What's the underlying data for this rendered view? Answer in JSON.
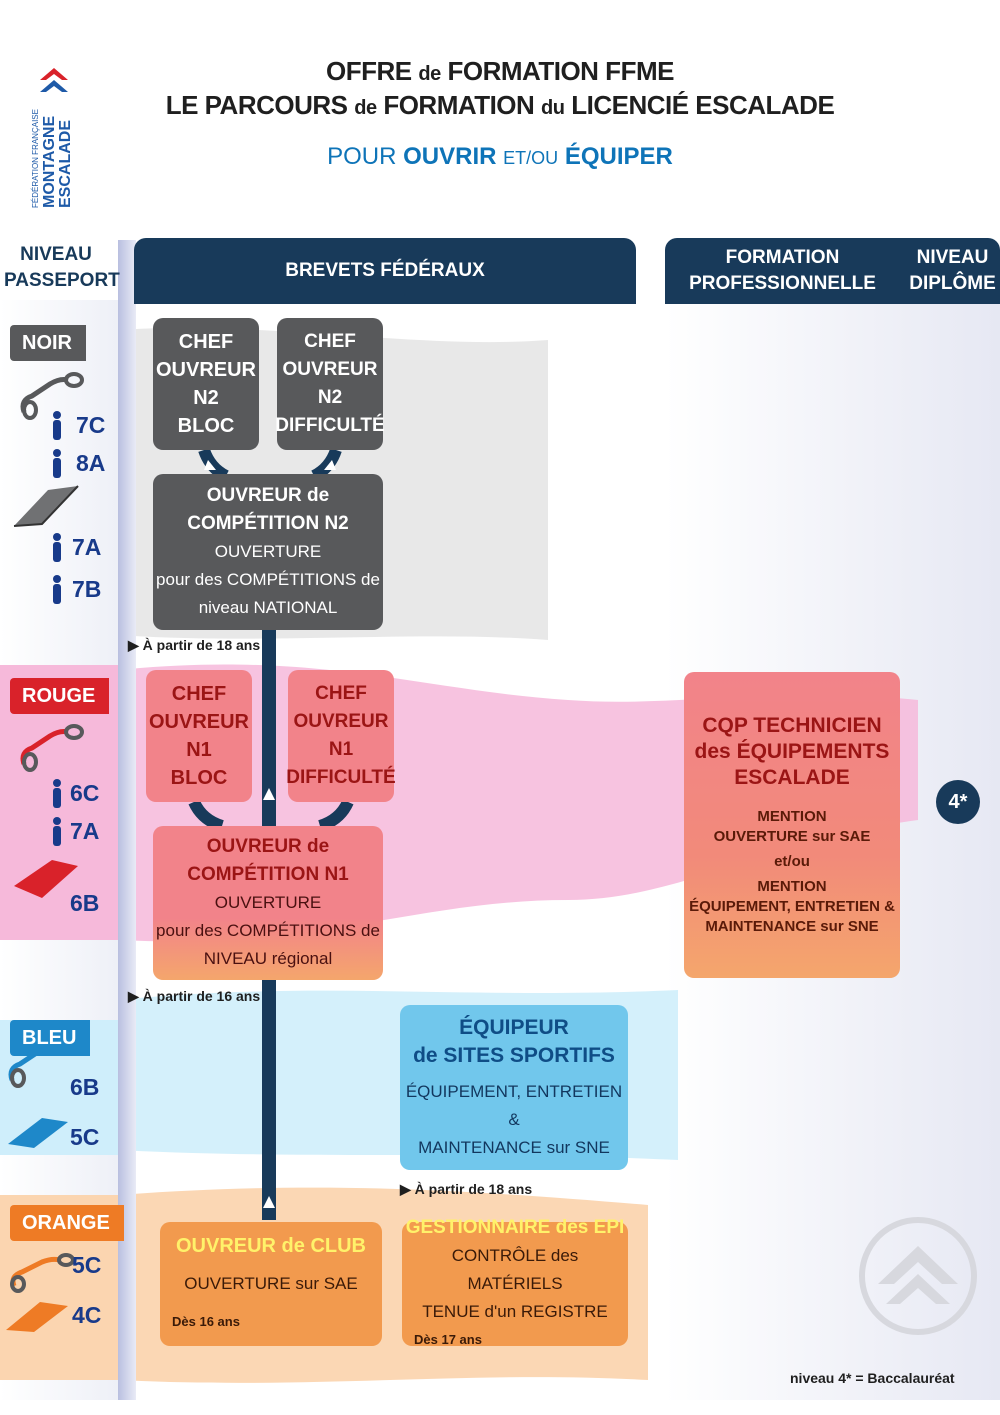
{
  "brand": {
    "line1": "FÉDÉRATION FRANÇAISE",
    "line2": "MONTAGNE",
    "line3": "ESCALADE"
  },
  "title": {
    "line1_a": "OFFRE",
    "line1_b": "de",
    "line1_c": "FORMATION FFME",
    "line2_a": "LE PARCOURS",
    "line2_b": "de",
    "line2_c": "FORMATION",
    "line2_d": "du",
    "line2_e": "LICENCIÉ ESCALADE",
    "sub_a": "POUR",
    "sub_b": "OUVRIR",
    "sub_c": "ET/OU",
    "sub_d": "ÉQUIPER"
  },
  "headers": {
    "niveau_passeport": [
      "NIVEAU",
      "PASSEPORT"
    ],
    "brevets": "BREVETS FÉDÉRAUX",
    "formation_pro": [
      "FORMATION",
      "PROFESSIONNELLE"
    ],
    "niveau_diplome": [
      "NIVEAU",
      "DIPLÔME"
    ]
  },
  "levels": {
    "noir": {
      "label": "NOIR",
      "grades": [
        "7C",
        "8A",
        "7A",
        "7B"
      ]
    },
    "rouge": {
      "label": "ROUGE",
      "grades": [
        "6C",
        "7A",
        "6B"
      ]
    },
    "bleu": {
      "label": "BLEU",
      "grades": [
        "6B",
        "5C"
      ]
    },
    "orange": {
      "label": "ORANGE",
      "grades": [
        "5C",
        "4C"
      ]
    }
  },
  "boxes": {
    "chef_n2_bloc": [
      "CHEF",
      "OUVREUR",
      "N2",
      "BLOC"
    ],
    "chef_n2_diff": [
      "CHEF",
      "OUVREUR",
      "N2",
      "DIFFICULTÉ"
    ],
    "ouvreur_n2": {
      "t1": "OUVREUR de",
      "t2": "COMPÉTITION N2",
      "d1": "OUVERTURE",
      "d2": "pour des COMPÉTITIONS de",
      "d3": "niveau NATIONAL"
    },
    "chef_n1_bloc": [
      "CHEF",
      "OUVREUR",
      "N1",
      "BLOC"
    ],
    "chef_n1_diff": [
      "CHEF",
      "OUVREUR",
      "N1",
      "DIFFICULTÉ"
    ],
    "ouvreur_n1": {
      "t1": "OUVREUR de",
      "t2": "COMPÉTITION N1",
      "d1": "OUVERTURE",
      "d2": "pour des COMPÉTITIONS de",
      "d3": "NIVEAU régional"
    },
    "cqp": {
      "t1": "CQP TECHNICIEN",
      "t2": "des ÉQUIPEMENTS",
      "t3": "ESCALADE",
      "m1a": "MENTION",
      "m1b": "OUVERTURE sur SAE",
      "or": "et/ou",
      "m2a": "MENTION",
      "m2b": "ÉQUIPEMENT, ENTRETIEN &",
      "m2c": "MAINTENANCE sur SNE"
    },
    "equipeur": {
      "t1": "ÉQUIPEUR",
      "t2": "de SITES SPORTIFS",
      "d1": "ÉQUIPEMENT, ENTRETIEN &",
      "d2": "MAINTENANCE sur SNE"
    },
    "ouvreur_club": {
      "t1": "OUVREUR de CLUB",
      "d1": "OUVERTURE sur SAE",
      "age": "Dès 16 ans"
    },
    "gestionnaire": {
      "t1": "GESTIONNAIRE des EPI",
      "d1": "CONTRÔLE des MATÉRIELS",
      "d2": "TENUE d'un REGISTRE",
      "age": "Dès 17 ans"
    }
  },
  "notes": {
    "n18a": "À partir de 18 ans",
    "n16": "À partir de 16 ans",
    "n18b": "À partir de 18 ans"
  },
  "diploma": "4*",
  "footnote": "niveau 4* = Baccalauréat",
  "colors": {
    "navy": "#183a5a",
    "grey": "#58595b",
    "red": "#d9222a",
    "blue": "#1e88c9",
    "orange": "#ee7b25",
    "pink": "#f3b2d6"
  }
}
